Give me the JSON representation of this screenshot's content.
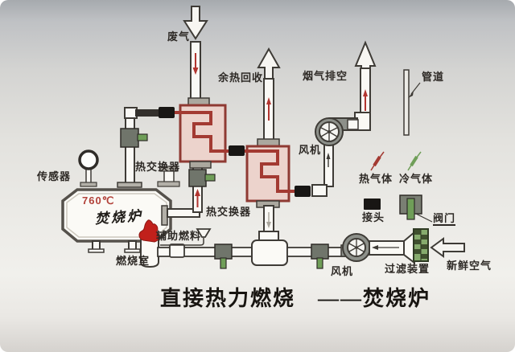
{
  "diagram": {
    "title": "直接热力燃烧　——焚烧炉",
    "temperature": "760℃",
    "incinerator_name": "焚烧炉",
    "labels": {
      "waste_gas": "废气",
      "heat_recovery": "余热回收",
      "flue_exhaust": "烟气排空",
      "pipe_legend": "管道",
      "sensor": "传感器",
      "heat_exchanger": "热交换器",
      "fan": "风机",
      "hot_gas": "热气体",
      "cold_gas": "冷气体",
      "joint": "接头",
      "valve": "阀门",
      "aux_fuel": "辅助燃料",
      "combustion_chamber": "燃烧室",
      "filter_device": "过滤装置",
      "fresh_air": "新鲜空气"
    },
    "colors": {
      "hot_line": "#a33a32",
      "exchanger_fill": "#ecd3cc",
      "exchanger_border": "#8f3a33",
      "valve_green": "#6f9e58",
      "valve_body": "#70756b",
      "joint_black": "#181614",
      "flame_red": "#c1201b",
      "temperature_red": "#b2423a",
      "filter_green": "#86ab6d",
      "pipe_outline": "#3e3b36"
    }
  }
}
